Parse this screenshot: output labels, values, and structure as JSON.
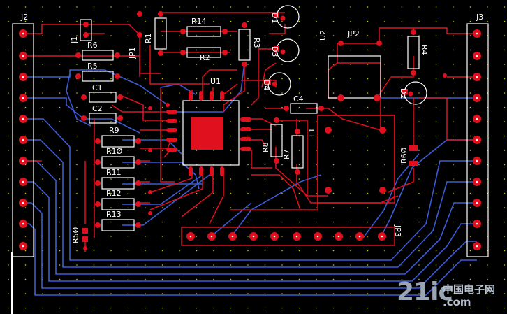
{
  "colors": {
    "background": "#000000",
    "top_copper": "#e0101e",
    "bottom_copper": "#3a5cd8",
    "silkscreen": "#ffffff",
    "grid_dots": "#c8c800",
    "drill": "#ffffff",
    "watermark": "#9aa6b4"
  },
  "labels": {
    "J2": "J2",
    "J3": "J3",
    "J1": "J1",
    "JP1": "JP1",
    "JP2": "JP2",
    "JP3": "JP3",
    "R1": "R1",
    "R2": "R2",
    "R3": "R3",
    "R4": "R4",
    "R5": "R5",
    "R6": "R6",
    "R7": "R7",
    "R8": "R8",
    "R9": "R9",
    "R10": "R1Ø",
    "R11": "R11",
    "R12": "R12",
    "R13": "R13",
    "R14": "R14",
    "R50": "R5Ø",
    "R60": "R6Ø",
    "C1": "C1",
    "C2": "C2",
    "C4": "C4",
    "D1": "D1",
    "D2": "D2",
    "D3": "D3",
    "D4": "D4",
    "U1": "U1",
    "U2": "U2",
    "L1": "L1"
  },
  "watermark": {
    "brand": "21ic",
    "chinese": "中国电子网",
    "domain": ".com"
  }
}
